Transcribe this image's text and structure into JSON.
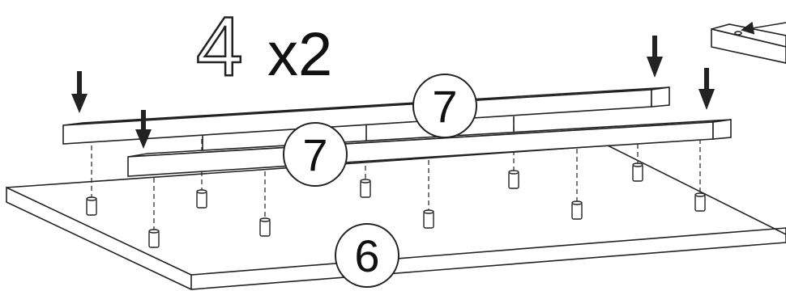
{
  "step": {
    "number": "4",
    "quantity": "x2"
  },
  "callouts": {
    "rail_top": "7",
    "rail_front": "7",
    "panel": "6"
  },
  "parts": {
    "dowel_count": 10,
    "arrow_count": 5
  },
  "colors": {
    "line": "#222222",
    "background": "#ffffff"
  }
}
